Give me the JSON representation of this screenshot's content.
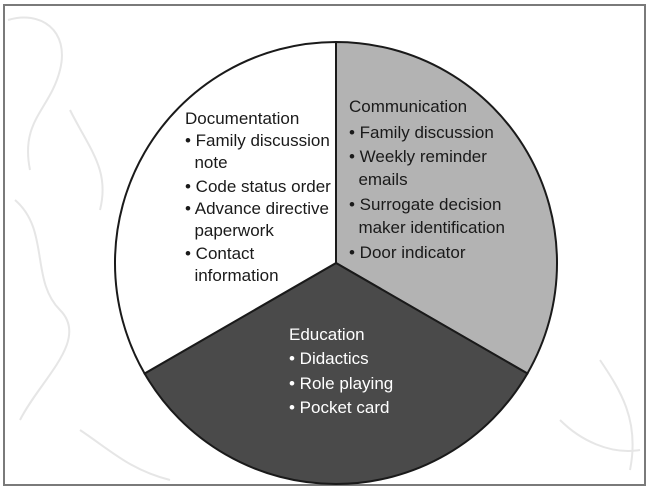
{
  "colors": {
    "documentation_fill": "#ffffff",
    "communication_fill": "#b3b3b3",
    "education_fill": "#4a4a4a",
    "outline": "#1a1a1a",
    "frame": "#7a7a7a",
    "background_sketch": "#e6e6e6"
  },
  "segments": [
    {
      "key": "documentation",
      "title": "Documentation",
      "items": [
        "• Family discussion",
        "  note",
        "• Code status order",
        "• Advance directive",
        "  paperwork",
        "• Contact",
        "  information"
      ]
    },
    {
      "key": "communication",
      "title": "Communication",
      "items": [
        "• Family discussion",
        "• Weekly reminder",
        "  emails",
        "• Surrogate decision",
        "  maker identification",
        "• Door indicator"
      ]
    },
    {
      "key": "education",
      "title": "Education",
      "items": [
        "• Didactics",
        "• Role playing",
        "• Pocket card"
      ]
    }
  ]
}
